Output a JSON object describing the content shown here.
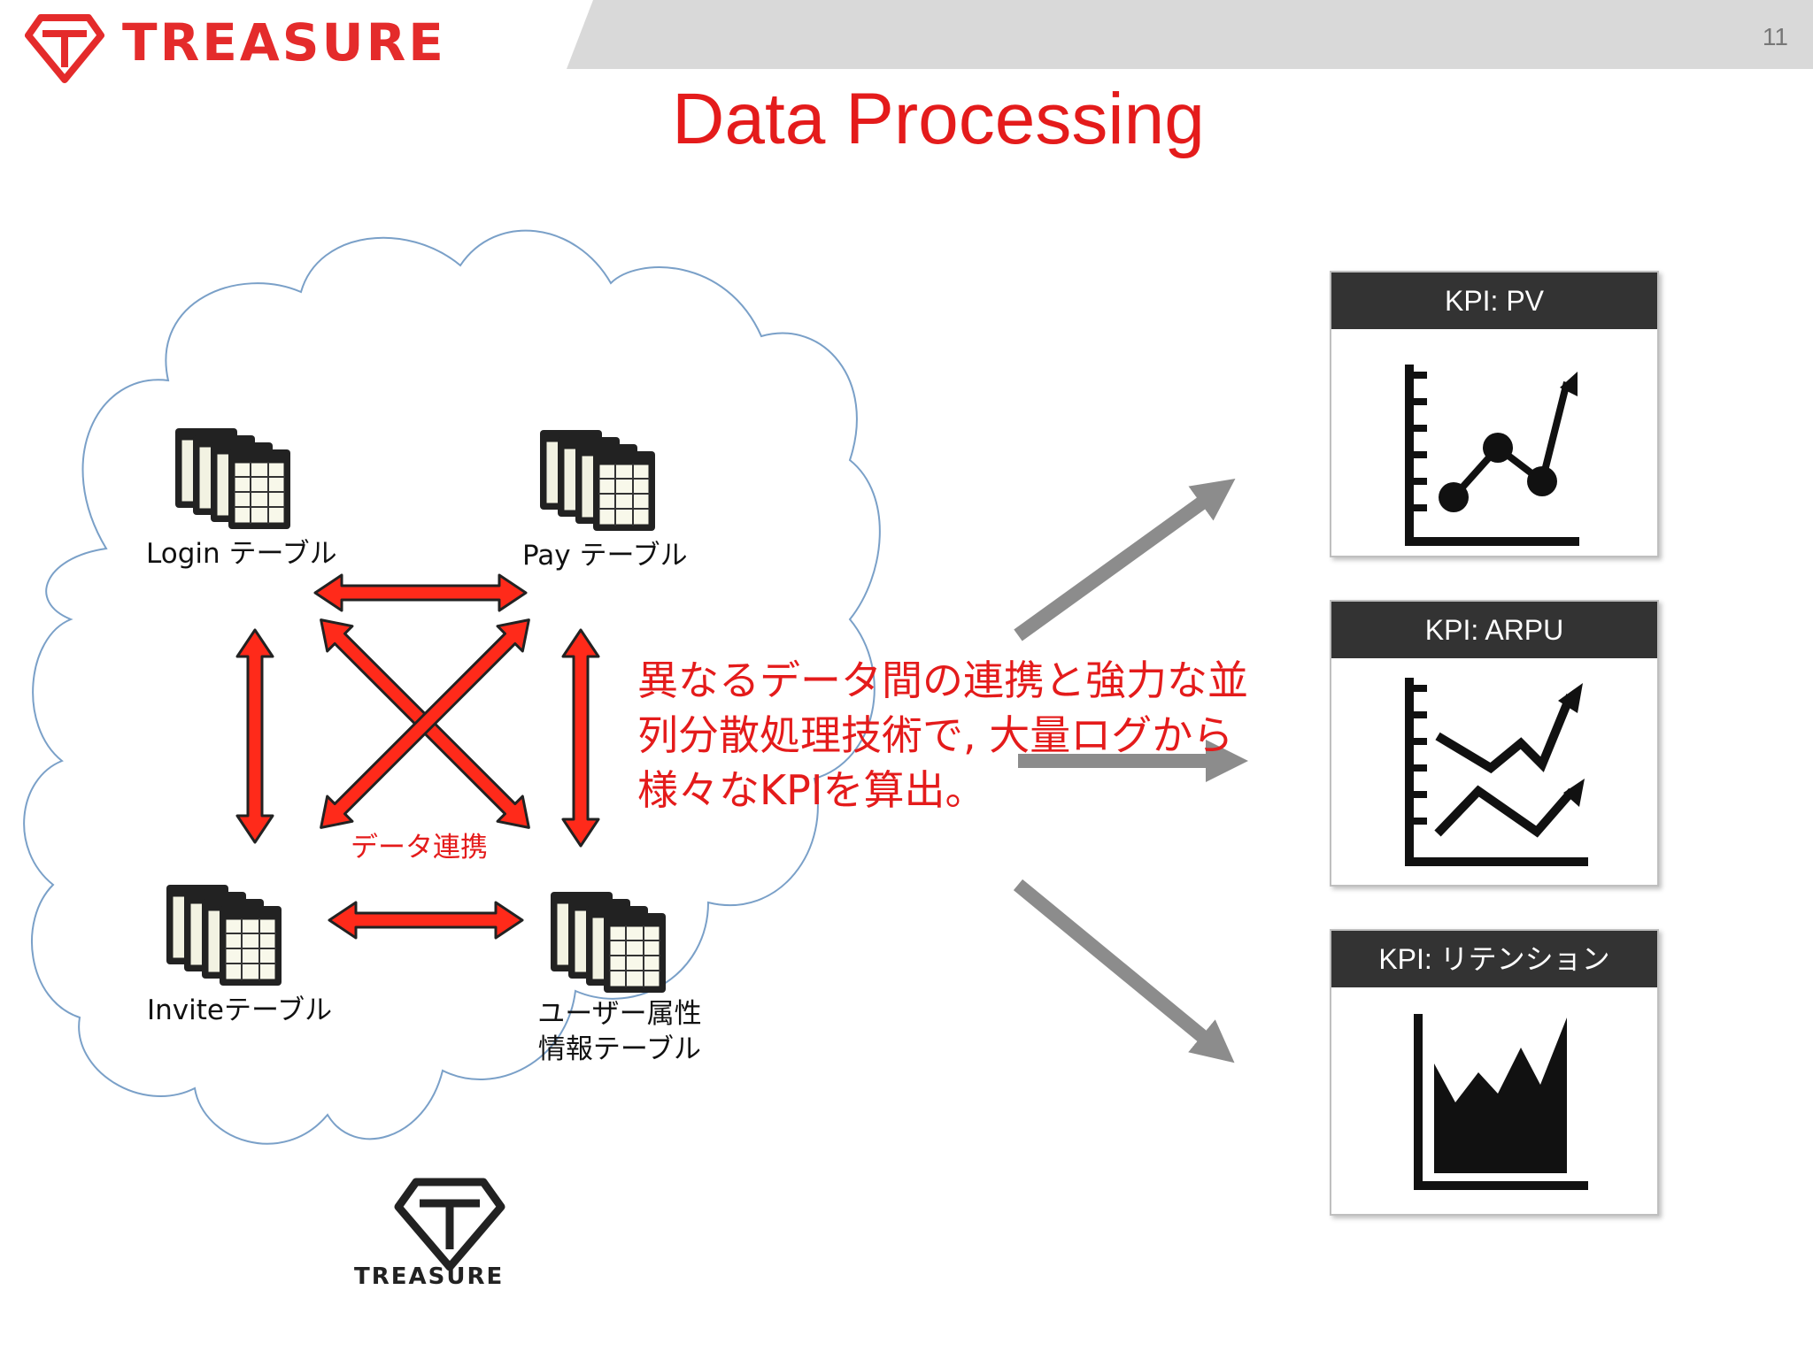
{
  "header": {
    "brand": "TREASURE",
    "page_number": "11"
  },
  "title": "Data Processing",
  "cloud": {
    "tables": [
      {
        "label": "Login テーブル"
      },
      {
        "label": "Pay テーブル"
      },
      {
        "label": "Inviteテーブル"
      },
      {
        "label_lines": [
          "ユーザー属性",
          "情報テーブル"
        ]
      }
    ],
    "link_label": "データ連携",
    "logo_text": "TREASURE"
  },
  "description_lines": [
    "異なるデータ間の連携と強力な並",
    "列分散処理技術で, 大量ログから",
    "様々なKPIを算出。"
  ],
  "kpis": [
    {
      "title": "KPI: PV",
      "icon": "line-chart-icon"
    },
    {
      "title": "KPI: ARPU",
      "icon": "trend-chart-icon"
    },
    {
      "title": "KPI: リテンション",
      "icon": "area-chart-icon"
    }
  ],
  "colors": {
    "accent_red": "#e41b1b",
    "arrow_gray": "#8c8c8c",
    "header_dark": "#333333",
    "cloud_outline": "#7aa0c8"
  }
}
